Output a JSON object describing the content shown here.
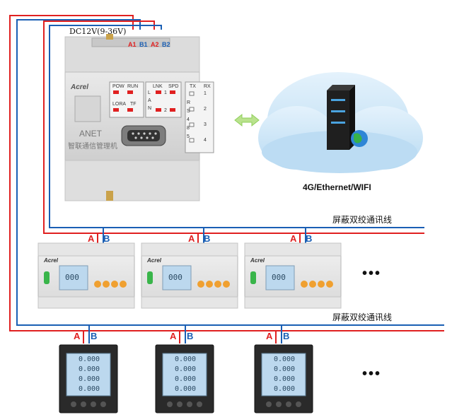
{
  "gateway": {
    "power_label": "DC12V(9-36V)",
    "terminals": [
      "A1",
      "B1",
      "A2",
      "B2"
    ],
    "brand": "Acrel",
    "model": "ANET",
    "name_cn": "智联通信管理机",
    "leds_left": [
      {
        "top": "POW",
        "top2": "RUN"
      },
      {
        "top": "LORA",
        "top2": "TF"
      }
    ],
    "lnk_header": [
      "LNK",
      "SPD"
    ],
    "lan_letters": [
      "L",
      "A",
      "N"
    ],
    "txrx_header": [
      "TX",
      "RX"
    ],
    "rs_letters": [
      "R",
      "S",
      "4",
      "8",
      "5"
    ],
    "port_numbers": [
      "1",
      "2",
      "3",
      "4"
    ],
    "lan_numbers": [
      "1",
      "2"
    ]
  },
  "cloud": {
    "label": "4G/Ethernet/WIFI"
  },
  "bus1": {
    "label": "屏蔽双绞通讯线"
  },
  "bus2": {
    "label": "屏蔽双绞通讯线"
  },
  "terminal_a": "A",
  "terminal_b": "B",
  "more": "•••",
  "meter": {
    "brand": "Acrel",
    "lcd": "000"
  },
  "panel_meter": {
    "lcd_rows": [
      "0.000",
      "0.000",
      "0.000",
      "0.000"
    ]
  },
  "colors": {
    "wire_red": "#e02020",
    "wire_blue": "#1a5fb4",
    "meter_orange": "#f0a030",
    "cloud": "#cfe6f7",
    "lcd": "#bcd8ee"
  }
}
